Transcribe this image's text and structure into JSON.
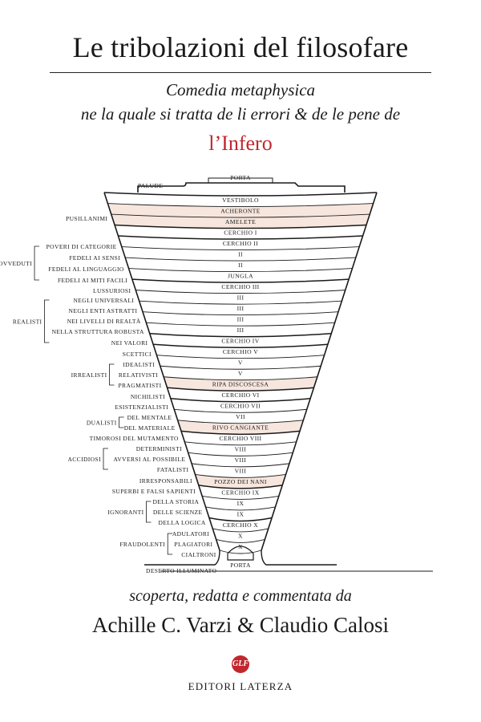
{
  "cover": {
    "title": "Le tribolazioni del filosofare",
    "subtitle_line1": "Comedia metaphysica",
    "subtitle_line2": "ne la quale si tratta de li errori & de le pene de",
    "subtitle_red": "l’Infero",
    "credit_line": "scoperta, redatta e commentata da",
    "authors": "Achille C. Varzi & Claudio Calosi",
    "publisher_logo": "GLF",
    "publisher": "EDITORI LATERZA"
  },
  "diagram": {
    "top_gate": "PORTA",
    "top_left_label": "PALUDE",
    "bottom_gate": "PORTA",
    "bottom_left_label": "DESERTO ILLUMINATO",
    "rings": [
      "VESTIBOLO",
      "ACHERONTE",
      "AMELETE",
      "CERCHIO I",
      "CERCHIO II",
      "II",
      "II",
      "JUNGLA",
      "CERCHIO III",
      "III",
      "III",
      "III",
      "III",
      "CERCHIO IV",
      "CERCHIO V",
      "V",
      "V",
      "RIPA DISCOSCESA",
      "CERCHIO VI",
      "CERCHIO VII",
      "VII",
      "RIVO CANGIANTE",
      "CERCHIO VIII",
      "VIII",
      "VIII",
      "VIII",
      "POZZO DEI NANI",
      "CERCHIO IX",
      "IX",
      "IX",
      "CERCHIO X",
      "X",
      "X"
    ],
    "shaded_rings": [
      "ACHERONTE",
      "AMELETE",
      "RIPA DISCOSCESA",
      "RIVO CANGIANTE",
      "POZZO DEI NANI"
    ],
    "sinners": [
      "PUSILLANIMI",
      "POVERI DI CATEGORIE",
      "FEDELI AI SENSI",
      "FEDELI AL LINGUAGGIO",
      "FEDELI AI MITI FACILI",
      "LUSSURIOSI",
      "NEGLI UNIVERSALI",
      "NEGLI ENTI ASTRATTI",
      "NEI LIVELLI DI REALTÀ",
      "NELLA STRUTTURA ROBUSTA",
      "NEI VALORI",
      "SCETTICI",
      "IDEALISTI",
      "RELATIVISTI",
      "PRAGMATISTI",
      "NICHILISTI",
      "ESISTENZIALISTI",
      "DEL MENTALE",
      "DEL MATERIALE",
      "TIMOROSI DEL MUTAMENTO",
      "DETERMINISTI",
      "AVVERSI AL POSSIBILE",
      "FATALISTI",
      "IRRESPONSABILI",
      "SUPERBI E FALSI SAPIENTI",
      "DELLA STORIA",
      "DELLE SCIENZE",
      "DELLA LOGICA",
      "ADULATORI",
      "PLAGIATORI",
      "CIALTRONI"
    ],
    "groups": [
      "SPROVVEDUTI",
      "REALISTI",
      "IRREALISTI",
      "DUALISTI",
      "ACCIDIOSI",
      "IGNORANTI",
      "FRAUDOLENTI"
    ],
    "colors": {
      "ink": "#1a1a1a",
      "accent_red": "#c1272d",
      "shade": "#f6e6de"
    }
  }
}
